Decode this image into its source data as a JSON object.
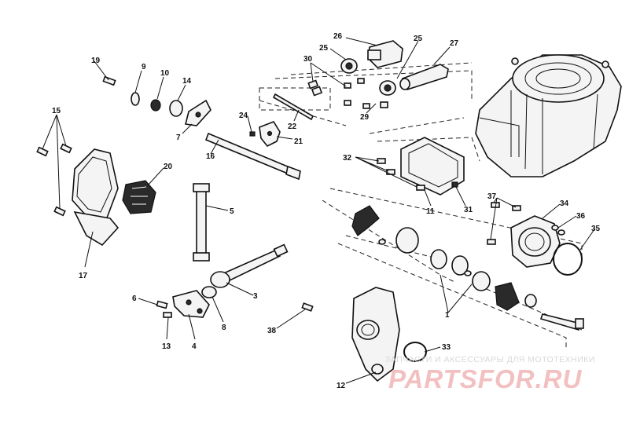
{
  "labels": {
    "l1": "1",
    "l3": "3",
    "l4": "4",
    "l5": "5",
    "l6": "6",
    "l7": "7",
    "l8": "8",
    "l9": "9",
    "l10": "10",
    "l11": "11",
    "l12": "12",
    "l13": "13",
    "l14": "14",
    "l15": "15",
    "l16": "16",
    "l17": "17",
    "l19": "19",
    "l20": "20",
    "l21": "21",
    "l22": "22",
    "l24": "24",
    "l25a": "25",
    "l25b": "25",
    "l26": "26",
    "l27": "27",
    "l29": "29",
    "l30": "30",
    "l31": "31",
    "l32": "32",
    "l33": "33",
    "l34": "34",
    "l35": "35",
    "l36": "36",
    "l37": "37",
    "l38": "38"
  },
  "watermark": {
    "line": "ЗАПЧАСТИ И АКСЕССУАРЫ ДЛЯ МОТОТЕХНИКИ",
    "brand": "PARTSFOR.RU"
  },
  "colors": {
    "line": "#111111",
    "watermark_brand": "#f2c0c0",
    "watermark_line": "#d8d8d8"
  }
}
